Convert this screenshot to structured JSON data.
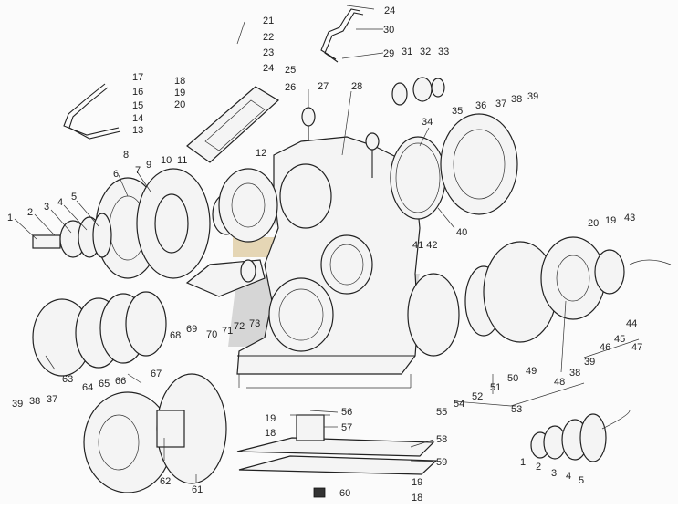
{
  "figure": {
    "watermark": {
      "color": "#9a9a9a",
      "accent": "#c9a860"
    },
    "callouts": [
      {
        "id": "c1",
        "text": "1"
      },
      {
        "id": "c2",
        "text": "2"
      },
      {
        "id": "c3",
        "text": "3"
      },
      {
        "id": "c4",
        "text": "4"
      },
      {
        "id": "c5",
        "text": "5"
      },
      {
        "id": "c6",
        "text": "6"
      },
      {
        "id": "c7",
        "text": "7"
      },
      {
        "id": "c8",
        "text": "8"
      },
      {
        "id": "c9",
        "text": "9"
      },
      {
        "id": "c10",
        "text": "10"
      },
      {
        "id": "c11",
        "text": "11"
      },
      {
        "id": "c12",
        "text": "12"
      },
      {
        "id": "c13",
        "text": "13"
      },
      {
        "id": "c14",
        "text": "14"
      },
      {
        "id": "c15",
        "text": "15"
      },
      {
        "id": "c16",
        "text": "16"
      },
      {
        "id": "c17",
        "text": "17"
      },
      {
        "id": "c18a",
        "text": "18"
      },
      {
        "id": "c19a",
        "text": "19"
      },
      {
        "id": "c20a",
        "text": "20"
      },
      {
        "id": "c21",
        "text": "21"
      },
      {
        "id": "c22",
        "text": "22"
      },
      {
        "id": "c23",
        "text": "23"
      },
      {
        "id": "c24a",
        "text": "24"
      },
      {
        "id": "c24b",
        "text": "24"
      },
      {
        "id": "c25",
        "text": "25"
      },
      {
        "id": "c26",
        "text": "26"
      },
      {
        "id": "c27",
        "text": "27"
      },
      {
        "id": "c28",
        "text": "28"
      },
      {
        "id": "c29",
        "text": "29"
      },
      {
        "id": "c30",
        "text": "30"
      },
      {
        "id": "c31",
        "text": "31"
      },
      {
        "id": "c32",
        "text": "32"
      },
      {
        "id": "c33",
        "text": "33"
      },
      {
        "id": "c34",
        "text": "34"
      },
      {
        "id": "c35",
        "text": "35"
      },
      {
        "id": "c36",
        "text": "36"
      },
      {
        "id": "c37a",
        "text": "37"
      },
      {
        "id": "c38a",
        "text": "38"
      },
      {
        "id": "c39a",
        "text": "39"
      },
      {
        "id": "c40",
        "text": "40"
      },
      {
        "id": "c4142",
        "text": "41 42"
      },
      {
        "id": "c20b",
        "text": "20"
      },
      {
        "id": "c19b",
        "text": "19"
      },
      {
        "id": "c43",
        "text": "43"
      },
      {
        "id": "c44",
        "text": "44"
      },
      {
        "id": "c45",
        "text": "45"
      },
      {
        "id": "c46",
        "text": "46"
      },
      {
        "id": "c47",
        "text": "47"
      },
      {
        "id": "c48",
        "text": "48"
      },
      {
        "id": "c38b",
        "text": "38"
      },
      {
        "id": "c39b",
        "text": "39"
      },
      {
        "id": "c49",
        "text": "49"
      },
      {
        "id": "c50",
        "text": "50"
      },
      {
        "id": "c51",
        "text": "51"
      },
      {
        "id": "c52",
        "text": "52"
      },
      {
        "id": "c53",
        "text": "53"
      },
      {
        "id": "c54",
        "text": "54"
      },
      {
        "id": "c55",
        "text": "55"
      },
      {
        "id": "c56",
        "text": "56"
      },
      {
        "id": "c57",
        "text": "57"
      },
      {
        "id": "c58",
        "text": "58"
      },
      {
        "id": "c59",
        "text": "59"
      },
      {
        "id": "c19c",
        "text": "19"
      },
      {
        "id": "c18b",
        "text": "18"
      },
      {
        "id": "c19d",
        "text": "19"
      },
      {
        "id": "c18c",
        "text": "18"
      },
      {
        "id": "c60",
        "text": "60"
      },
      {
        "id": "c61",
        "text": "61"
      },
      {
        "id": "c62",
        "text": "62"
      },
      {
        "id": "c63",
        "text": "63"
      },
      {
        "id": "c64",
        "text": "64"
      },
      {
        "id": "c65",
        "text": "65"
      },
      {
        "id": "c66",
        "text": "66"
      },
      {
        "id": "c67",
        "text": "67"
      },
      {
        "id": "c68",
        "text": "68"
      },
      {
        "id": "c69",
        "text": "69"
      },
      {
        "id": "c70",
        "text": "70"
      },
      {
        "id": "c71",
        "text": "71"
      },
      {
        "id": "c72",
        "text": "72"
      },
      {
        "id": "c73",
        "text": "73"
      },
      {
        "id": "c39c",
        "text": "39"
      },
      {
        "id": "c38c",
        "text": "38"
      },
      {
        "id": "c37b",
        "text": "37"
      },
      {
        "id": "c1b",
        "text": "1"
      },
      {
        "id": "c2b",
        "text": "2"
      },
      {
        "id": "c3b",
        "text": "3"
      },
      {
        "id": "c4b",
        "text": "4"
      },
      {
        "id": "c5b",
        "text": "5"
      }
    ]
  }
}
